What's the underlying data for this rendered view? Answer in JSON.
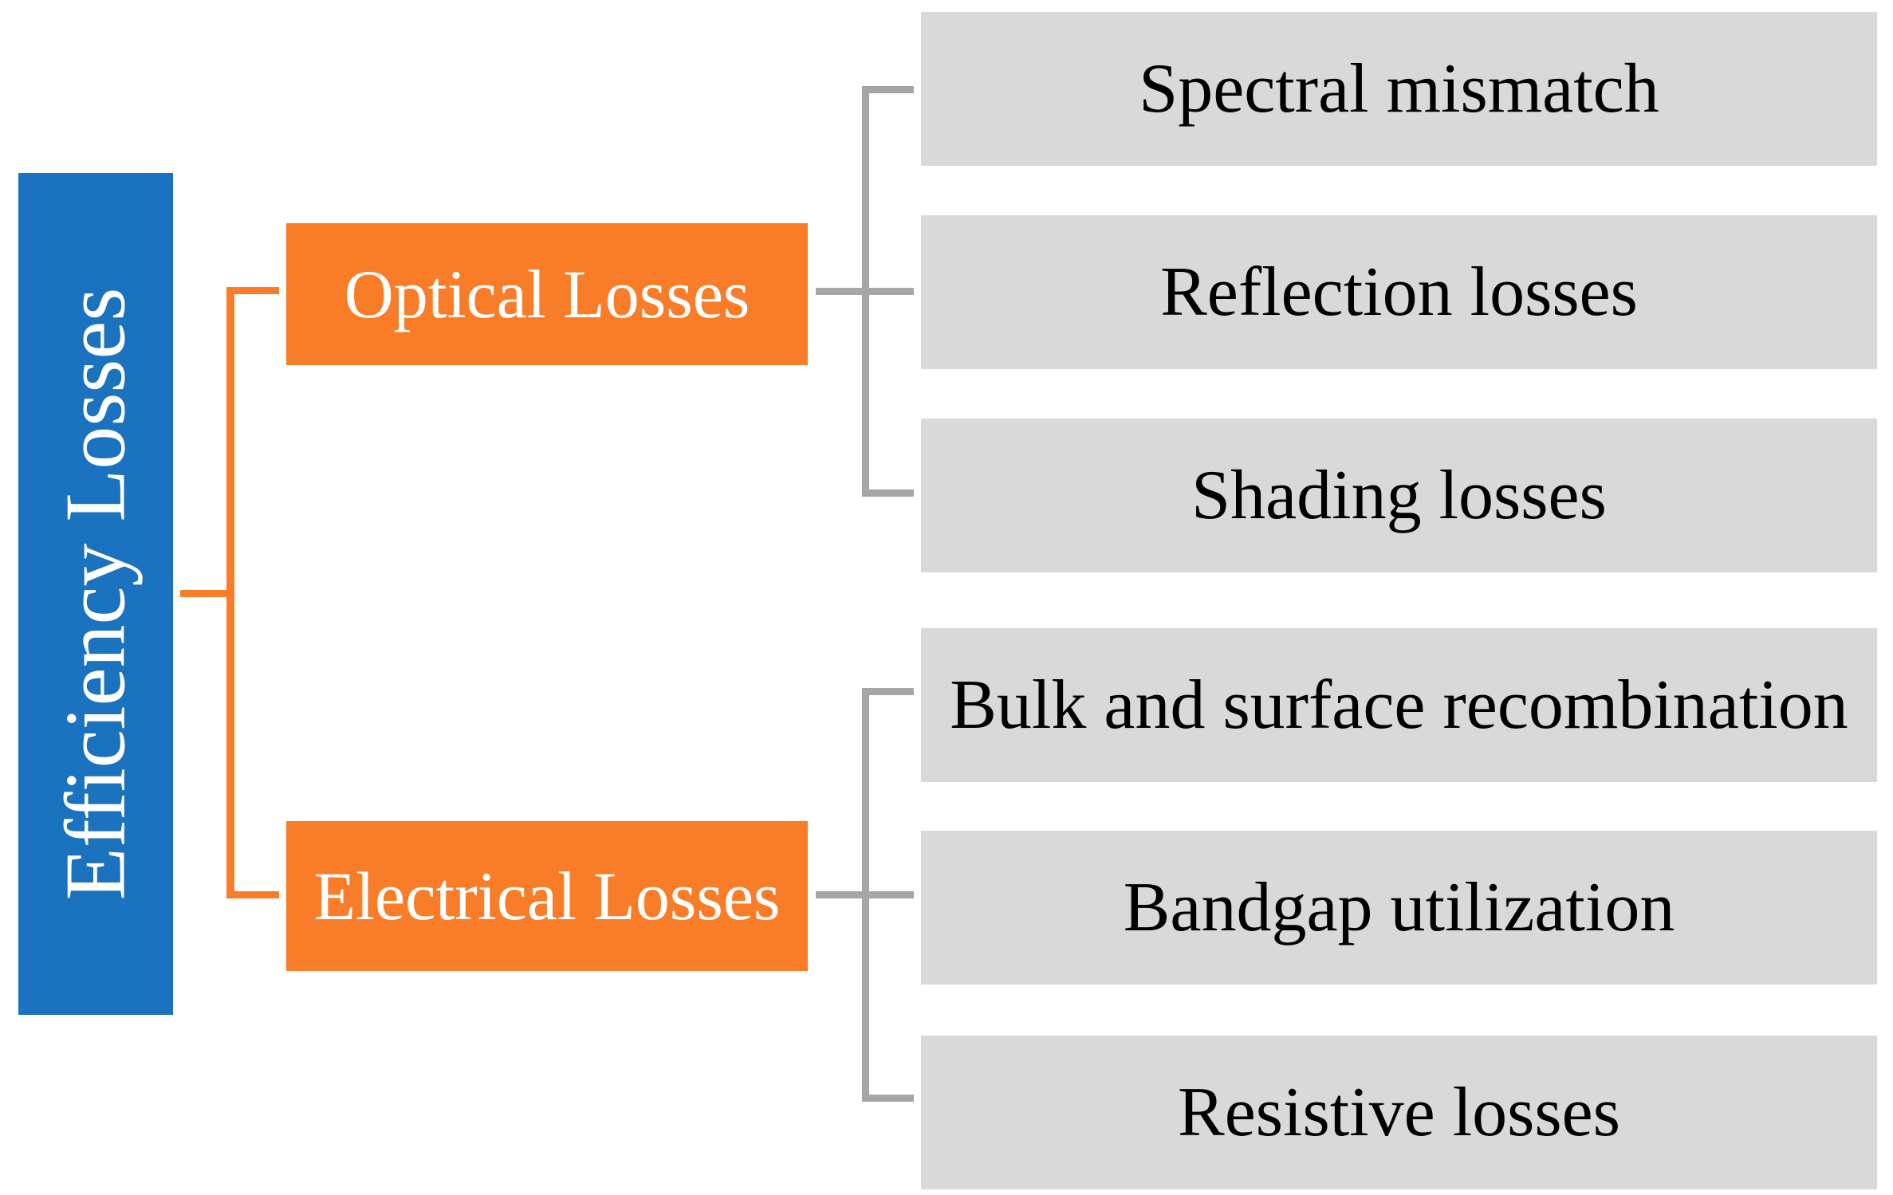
{
  "diagram": {
    "type": "hierarchy",
    "title_visible": false,
    "root": {
      "label": "Efficiency Losses"
    },
    "branches": [
      {
        "label": "Optical Losses",
        "children": [
          "Spectral mismatch",
          "Reflection losses",
          "Shading losses"
        ]
      },
      {
        "label": "Electrical Losses",
        "children": [
          "Bulk and surface recombination",
          "Bandgap utilization",
          "Resistive losses"
        ]
      }
    ],
    "colors": {
      "background": "#FFFFFF",
      "root_fill": "#1B72BE",
      "root_text": "#FFFFFF",
      "branch_fill": "#F97D28",
      "branch_text": "#FFFFFF",
      "branch_connector": "#F97D28",
      "leaf_fill": "#D9D9D9",
      "leaf_text": "#000000",
      "leaf_connector": "#A6A6A6"
    }
  }
}
